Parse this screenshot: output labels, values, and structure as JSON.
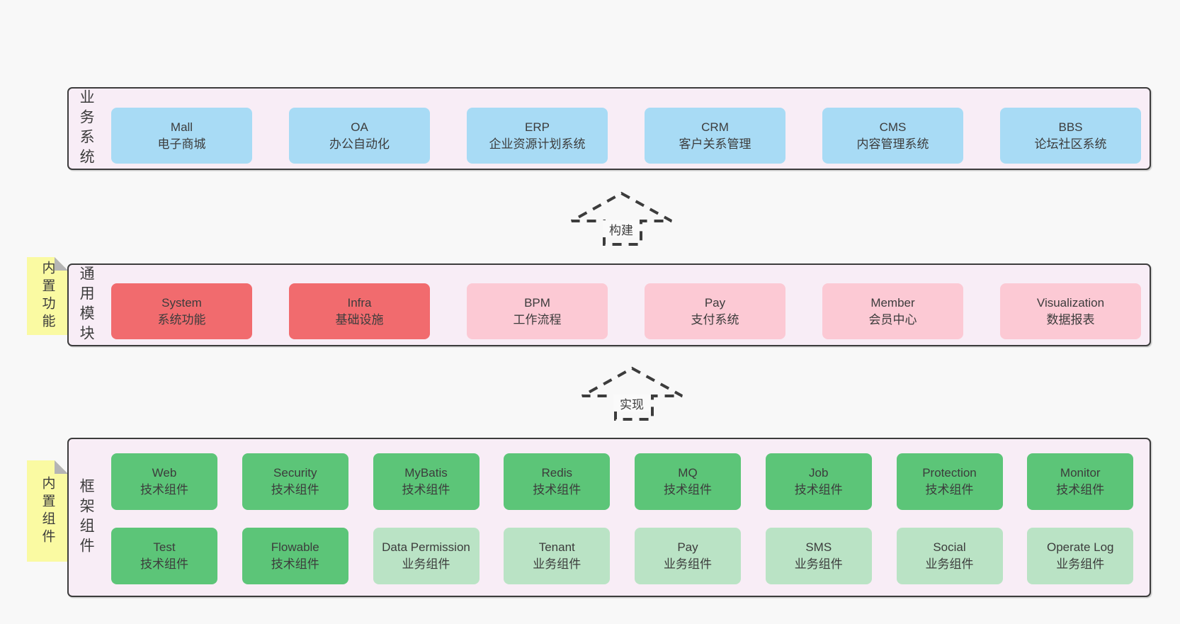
{
  "page": {
    "background": "#f8f8f8"
  },
  "colors": {
    "band_bg": "#f8edf6",
    "band_border": "#3c3c3c",
    "blue": "#a8dbf5",
    "red": "#f16b6e",
    "pink": "#fcc9d4",
    "green": "#5cc578",
    "light_green": "#bae3c5",
    "note_yellow": "#fafaa2",
    "note_fold_gray": "#b5b5b5",
    "text": "#3c3c3c"
  },
  "arrows": [
    {
      "label": "构建"
    },
    {
      "label": "实现"
    }
  ],
  "layers": [
    {
      "band_label": "业务系统",
      "note": null,
      "rows": [
        [
          {
            "title": "Mall",
            "subtitle": "电子商城",
            "variant": "blue"
          },
          {
            "title": "OA",
            "subtitle": "办公自动化",
            "variant": "blue"
          },
          {
            "title": "ERP",
            "subtitle": "企业资源计划系统",
            "variant": "blue"
          },
          {
            "title": "CRM",
            "subtitle": "客户关系管理",
            "variant": "blue"
          },
          {
            "title": "CMS",
            "subtitle": "内容管理系统",
            "variant": "blue"
          },
          {
            "title": "BBS",
            "subtitle": "论坛社区系统",
            "variant": "blue"
          }
        ]
      ]
    },
    {
      "band_label": "通用模块",
      "note": "内置功能",
      "rows": [
        [
          {
            "title": "System",
            "subtitle": "系统功能",
            "variant": "red"
          },
          {
            "title": "Infra",
            "subtitle": "基础设施",
            "variant": "red"
          },
          {
            "title": "BPM",
            "subtitle": "工作流程",
            "variant": "pink"
          },
          {
            "title": "Pay",
            "subtitle": "支付系统",
            "variant": "pink"
          },
          {
            "title": "Member",
            "subtitle": "会员中心",
            "variant": "pink"
          },
          {
            "title": "Visualization",
            "subtitle": "数据报表",
            "variant": "pink"
          }
        ]
      ]
    },
    {
      "band_label": "框架组件",
      "note": "内置组件",
      "rows": [
        [
          {
            "title": "Web",
            "subtitle": "技术组件",
            "variant": "green"
          },
          {
            "title": "Security",
            "subtitle": "技术组件",
            "variant": "green"
          },
          {
            "title": "MyBatis",
            "subtitle": "技术组件",
            "variant": "green"
          },
          {
            "title": "Redis",
            "subtitle": "技术组件",
            "variant": "green"
          },
          {
            "title": "MQ",
            "subtitle": "技术组件",
            "variant": "green"
          },
          {
            "title": "Job",
            "subtitle": "技术组件",
            "variant": "green"
          },
          {
            "title": "Protection",
            "subtitle": "技术组件",
            "variant": "green"
          },
          {
            "title": "Monitor",
            "subtitle": "技术组件",
            "variant": "green"
          }
        ],
        [
          {
            "title": "Test",
            "subtitle": "技术组件",
            "variant": "green"
          },
          {
            "title": "Flowable",
            "subtitle": "技术组件",
            "variant": "green"
          },
          {
            "title": "Data Permission",
            "subtitle": "业务组件",
            "variant": "lightgreen"
          },
          {
            "title": "Tenant",
            "subtitle": "业务组件",
            "variant": "lightgreen"
          },
          {
            "title": "Pay",
            "subtitle": "业务组件",
            "variant": "lightgreen"
          },
          {
            "title": "SMS",
            "subtitle": "业务组件",
            "variant": "lightgreen"
          },
          {
            "title": "Social",
            "subtitle": "业务组件",
            "variant": "lightgreen"
          },
          {
            "title": "Operate Log",
            "subtitle": "业务组件",
            "variant": "lightgreen"
          }
        ]
      ]
    }
  ]
}
